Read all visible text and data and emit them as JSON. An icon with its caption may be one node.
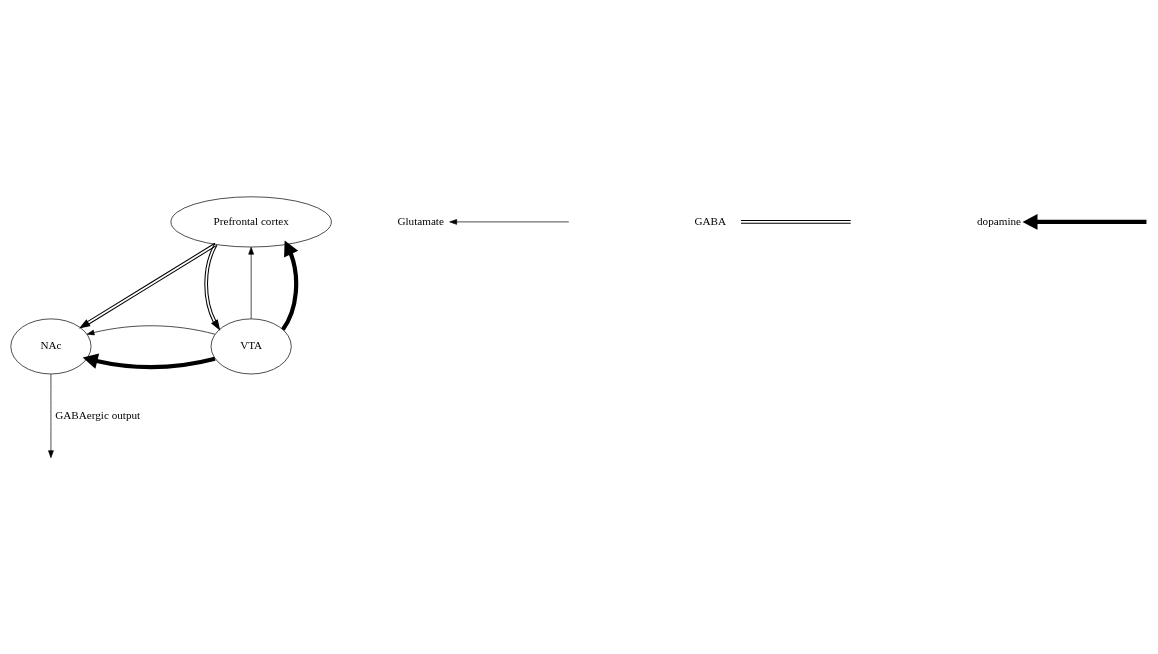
{
  "diagram": {
    "nodes": [
      {
        "text": [
          "Prefrontal cortex"
        ]
      },
      {
        "text": [
          "NAc"
        ]
      },
      {
        "text": [
          "VTA"
        ]
      }
    ],
    "edges": [
      {
        "from": 0,
        "to": 1,
        "arrow": "to"
      },
      {
        "from": 0,
        "to": 2,
        "arrow": "to"
      },
      {
        "from": 2,
        "to": 0,
        "arrow": "to"
      },
      {
        "from": 2,
        "to": 0,
        "arrow": "to",
        "style": "thick"
      },
      {
        "from": 2,
        "to": 1,
        "arrow": "to",
        "style": "thick"
      },
      {
        "from": 2,
        "to": 1,
        "arrow": "to"
      },
      {
        "from": 1,
        "to": null,
        "arrow": "to",
        "label": "GABAergic output"
      }
    ],
    "legend": [
      {
        "text": "Glutamate"
      },
      {
        "text": "GABA"
      },
      {
        "text": "dopamine"
      }
    ]
  }
}
